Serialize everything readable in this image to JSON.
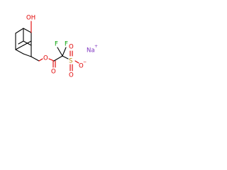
{
  "molecule": {
    "atoms": {
      "hydroxyl": "OH",
      "ester_o": "O",
      "carbonyl_o": "O",
      "fluorine_1": "F",
      "fluorine_2": "F",
      "sulfur": "S",
      "sulfonyl_o_top": "O",
      "sulfonyl_o_bottom": "O",
      "sulfonate_o": "O",
      "sulfonate_charge": "−",
      "sodium": "Na",
      "sodium_charge": "+"
    },
    "colors": {
      "oxygen": "#e00000",
      "fluorine": "#00a000",
      "sulfur": "#b8860b",
      "sodium": "#7b2fbf",
      "bond": "#000000"
    }
  }
}
